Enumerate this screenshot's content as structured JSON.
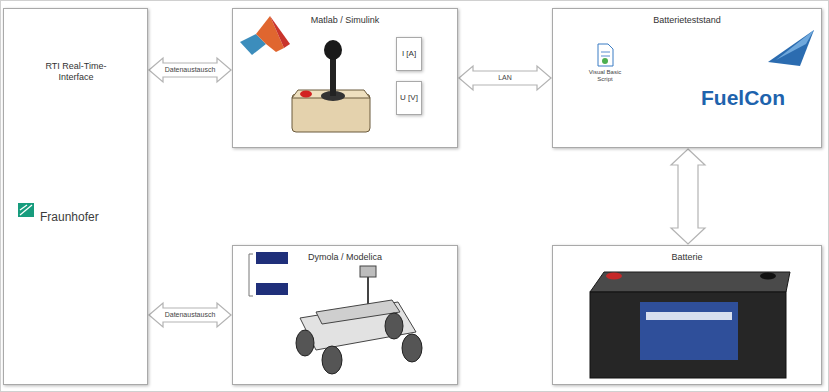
{
  "diagram": {
    "nodes": [
      {
        "text": [
          "RTI Real-Time-Interface",
          "Fraunhofer"
        ]
      },
      {
        "text": [
          "Matlab / Simulink"
        ]
      },
      {
        "text": [
          "I [A]"
        ],
        "in": 1
      },
      {
        "text": [
          "U [V]"
        ],
        "in": 1
      },
      {
        "text": [
          "Batterieteststand",
          "FuelCon"
        ]
      },
      {
        "text": [
          "Dymola / Modelica"
        ]
      },
      {
        "text": [
          "Batterie"
        ]
      }
    ],
    "edges": [
      {
        "from": 0,
        "to": 1,
        "label": "Datenaustausch",
        "arrow": "both"
      },
      {
        "from": 1,
        "to": 4,
        "label": "LAN",
        "arrow": "both"
      },
      {
        "from": 4,
        "to": 6,
        "arrow": "both"
      },
      {
        "from": 0,
        "to": 5,
        "label": "Datenaustausch",
        "arrow": "both"
      }
    ],
    "labels": [
      "Visual Basic Script"
    ]
  }
}
